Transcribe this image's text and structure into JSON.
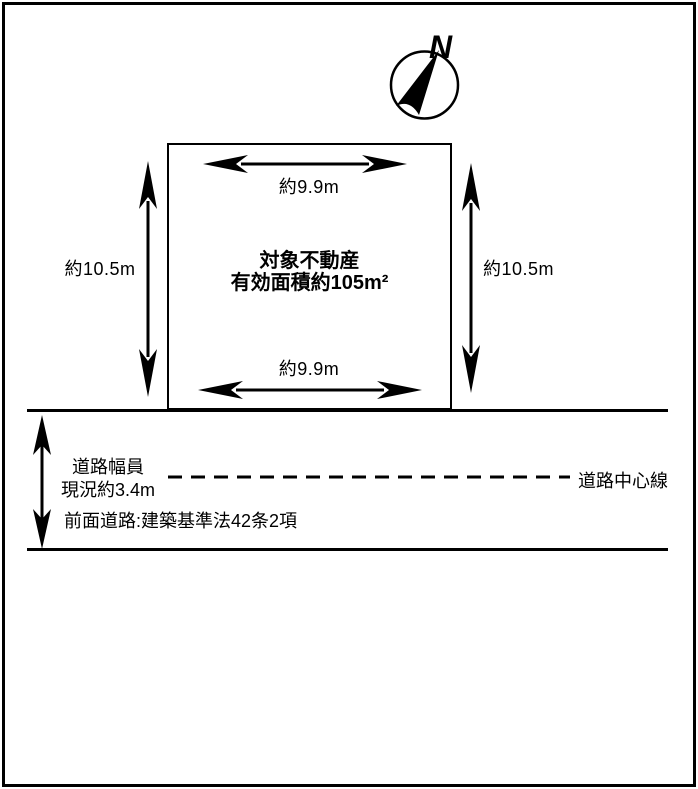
{
  "diagram": {
    "compass": {
      "north_label": "N"
    },
    "parcel": {
      "name_line1": "対象不動産",
      "name_line2": "有効面積約105m²",
      "top_width_label": "約9.9m",
      "bottom_width_label": "約9.9m",
      "left_depth_label": "約10.5m",
      "right_depth_label": "約10.5m"
    },
    "road": {
      "width_label_line1": "道路幅員",
      "width_label_line2": "現況約3.4m",
      "centerline_label": "道路中心線",
      "front_road_label": "前面道路:建築基準法42条2項"
    },
    "colors": {
      "ink": "#000000",
      "background": "#ffffff"
    }
  }
}
